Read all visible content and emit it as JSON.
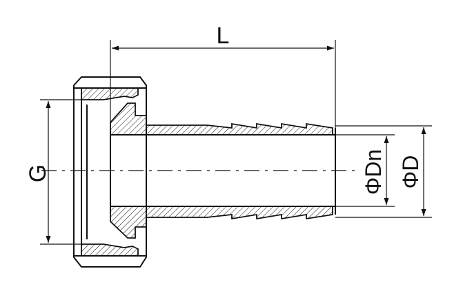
{
  "labels": {
    "length": "L",
    "thread": "G",
    "inner_diameter": "ΦDn",
    "outer_diameter": "ΦD"
  },
  "colors": {
    "line": "#111111",
    "background": "#ffffff"
  }
}
